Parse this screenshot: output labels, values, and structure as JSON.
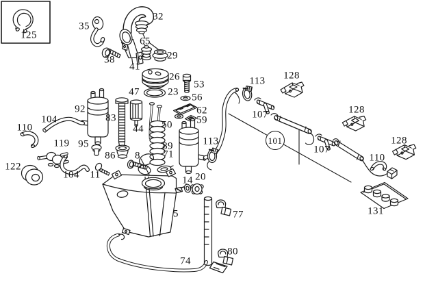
{
  "diagram": {
    "background": "#ffffff",
    "line_color": "#1a1a1a",
    "inset": {
      "present": true
    },
    "callouts": [
      {
        "id": "125",
        "label": "125"
      },
      {
        "id": "35",
        "label": "35"
      },
      {
        "id": "32",
        "label": "32"
      },
      {
        "id": "65",
        "label": "65"
      },
      {
        "id": "29",
        "label": "29"
      },
      {
        "id": "38",
        "label": "38"
      },
      {
        "id": "41",
        "label": "41"
      },
      {
        "id": "26",
        "label": "26"
      },
      {
        "id": "53",
        "label": "53"
      },
      {
        "id": "23",
        "label": "23"
      },
      {
        "id": "56",
        "label": "56"
      },
      {
        "id": "47",
        "label": "47"
      },
      {
        "id": "62",
        "label": "62"
      },
      {
        "id": "59",
        "label": "59"
      },
      {
        "id": "92",
        "label": "92"
      },
      {
        "id": "83",
        "label": "83"
      },
      {
        "id": "104-left",
        "label": "104"
      },
      {
        "id": "110-left",
        "label": "110"
      },
      {
        "id": "119",
        "label": "119"
      },
      {
        "id": "95",
        "label": "95"
      },
      {
        "id": "86",
        "label": "86"
      },
      {
        "id": "122",
        "label": "122"
      },
      {
        "id": "104-lower",
        "label": "104"
      },
      {
        "id": "11",
        "label": "11"
      },
      {
        "id": "8",
        "label": "8"
      },
      {
        "id": "44",
        "label": "44"
      },
      {
        "id": "50",
        "label": "50"
      },
      {
        "id": "89",
        "label": "89"
      },
      {
        "id": "71",
        "label": "71"
      },
      {
        "id": "14",
        "label": "14"
      },
      {
        "id": "20",
        "label": "20"
      },
      {
        "id": "5",
        "label": "5"
      },
      {
        "id": "113-hose",
        "label": "113"
      },
      {
        "id": "113-upper",
        "label": "113"
      },
      {
        "id": "128-top",
        "label": "128"
      },
      {
        "id": "107-left",
        "label": "107"
      },
      {
        "id": "101",
        "label": "101",
        "circled": true
      },
      {
        "id": "107-right",
        "label": "107"
      },
      {
        "id": "128-middle",
        "label": "128"
      },
      {
        "id": "128-right",
        "label": "128"
      },
      {
        "id": "110-right",
        "label": "110"
      },
      {
        "id": "131",
        "label": "131"
      },
      {
        "id": "77",
        "label": "77"
      },
      {
        "id": "80",
        "label": "80"
      },
      {
        "id": "74",
        "label": "74"
      }
    ]
  }
}
